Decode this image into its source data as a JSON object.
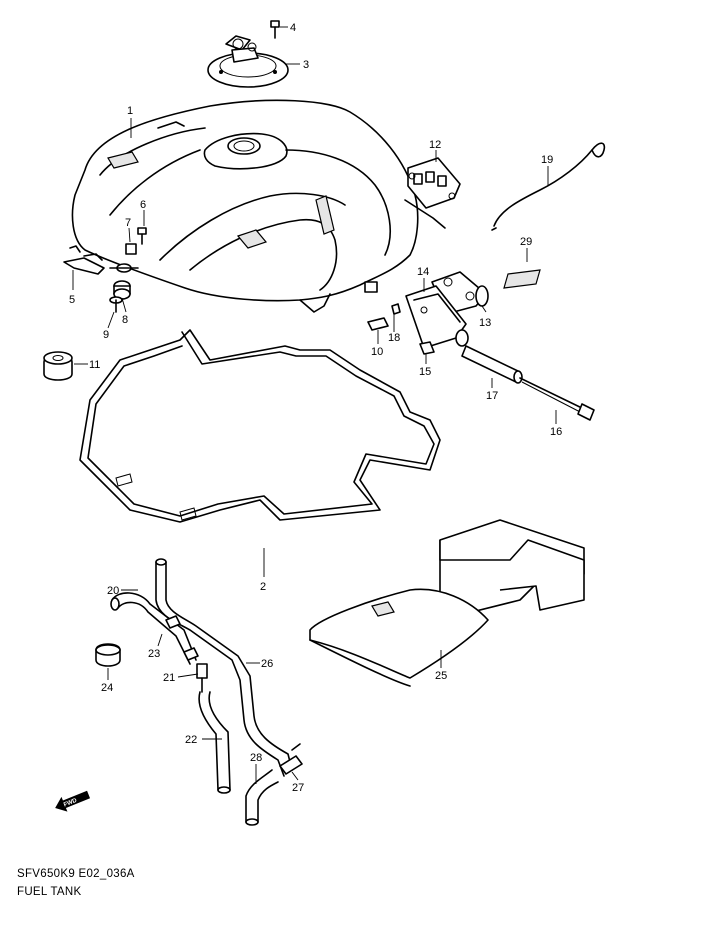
{
  "diagram": {
    "callouts": [
      {
        "id": "1",
        "label": "1"
      },
      {
        "id": "2",
        "label": "2"
      },
      {
        "id": "3",
        "label": "3"
      },
      {
        "id": "4",
        "label": "4"
      },
      {
        "id": "5",
        "label": "5"
      },
      {
        "id": "6",
        "label": "6"
      },
      {
        "id": "7",
        "label": "7"
      },
      {
        "id": "8",
        "label": "8"
      },
      {
        "id": "9",
        "label": "9"
      },
      {
        "id": "10",
        "label": "10"
      },
      {
        "id": "11",
        "label": "11"
      },
      {
        "id": "12",
        "label": "12"
      },
      {
        "id": "13",
        "label": "13"
      },
      {
        "id": "14",
        "label": "14"
      },
      {
        "id": "15",
        "label": "15"
      },
      {
        "id": "16",
        "label": "16"
      },
      {
        "id": "17",
        "label": "17"
      },
      {
        "id": "18",
        "label": "18"
      },
      {
        "id": "19",
        "label": "19"
      },
      {
        "id": "20",
        "label": "20"
      },
      {
        "id": "21",
        "label": "21"
      },
      {
        "id": "22",
        "label": "22"
      },
      {
        "id": "23",
        "label": "23"
      },
      {
        "id": "24",
        "label": "24"
      },
      {
        "id": "25",
        "label": "25"
      },
      {
        "id": "26",
        "label": "26"
      },
      {
        "id": "27",
        "label": "27"
      },
      {
        "id": "28",
        "label": "28"
      },
      {
        "id": "29",
        "label": "29"
      }
    ],
    "fwd_label": "FWD",
    "fwd_icon": "forward-arrow-icon"
  },
  "footer": {
    "code": "SFV650K9 E02_036A",
    "title": "FUEL TANK"
  }
}
